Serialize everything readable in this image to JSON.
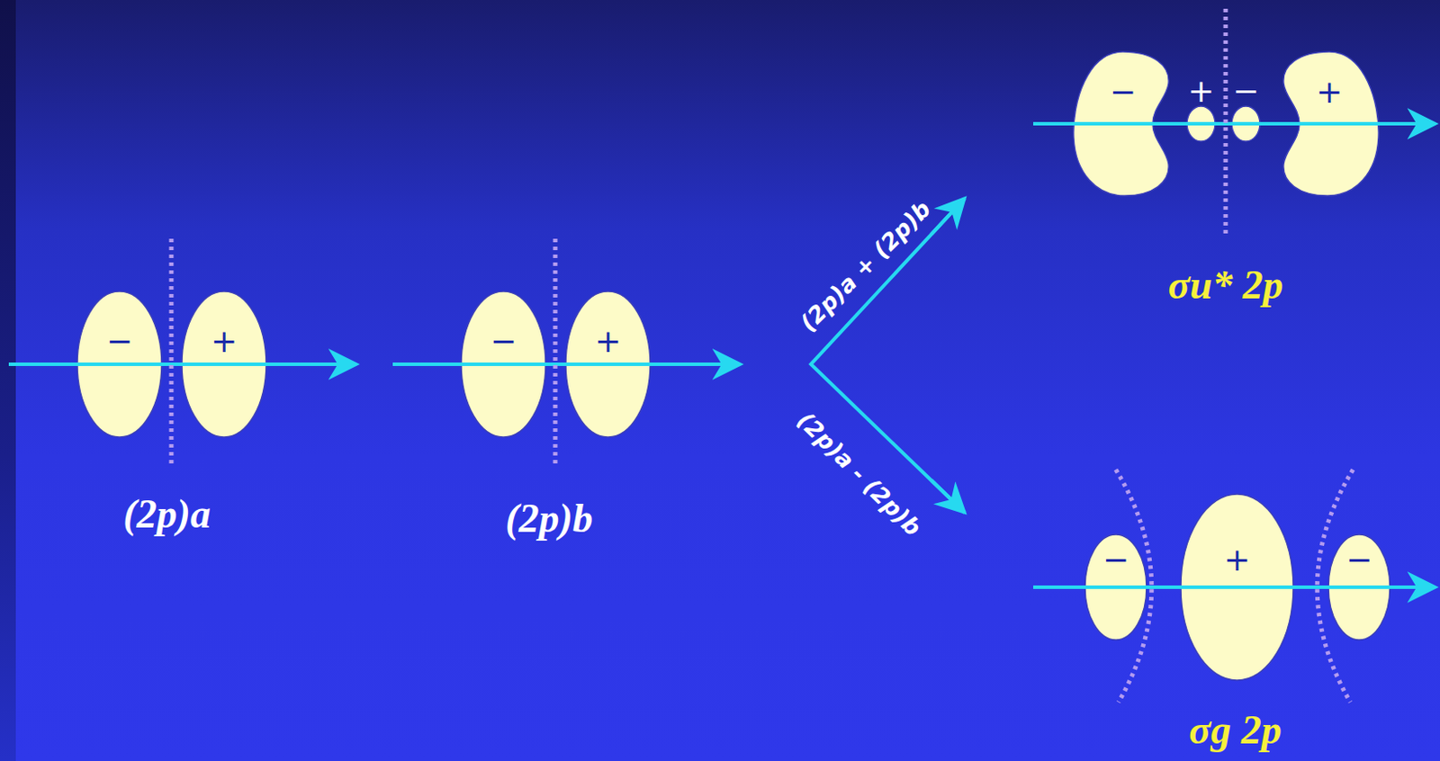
{
  "diagram": {
    "nodes": [
      {
        "text": [
          "−"
        ]
      },
      {
        "text": [
          "+"
        ]
      },
      {
        "text": [
          "−"
        ]
      },
      {
        "text": [
          "+"
        ]
      },
      {
        "text": [
          "−"
        ]
      },
      {
        "text": [
          "+"
        ]
      },
      {
        "text": [
          "−"
        ]
      },
      {
        "text": [
          "+"
        ]
      },
      {
        "text": [
          "−"
        ]
      },
      {
        "text": [
          "+"
        ]
      },
      {
        "text": [
          "−"
        ]
      }
    ],
    "labels": [
      "(2p)a",
      "(2p)b",
      "(2p)a + (2p)b",
      "(2p)a - (2p)b",
      "σu* 2p",
      "σg 2p"
    ]
  }
}
